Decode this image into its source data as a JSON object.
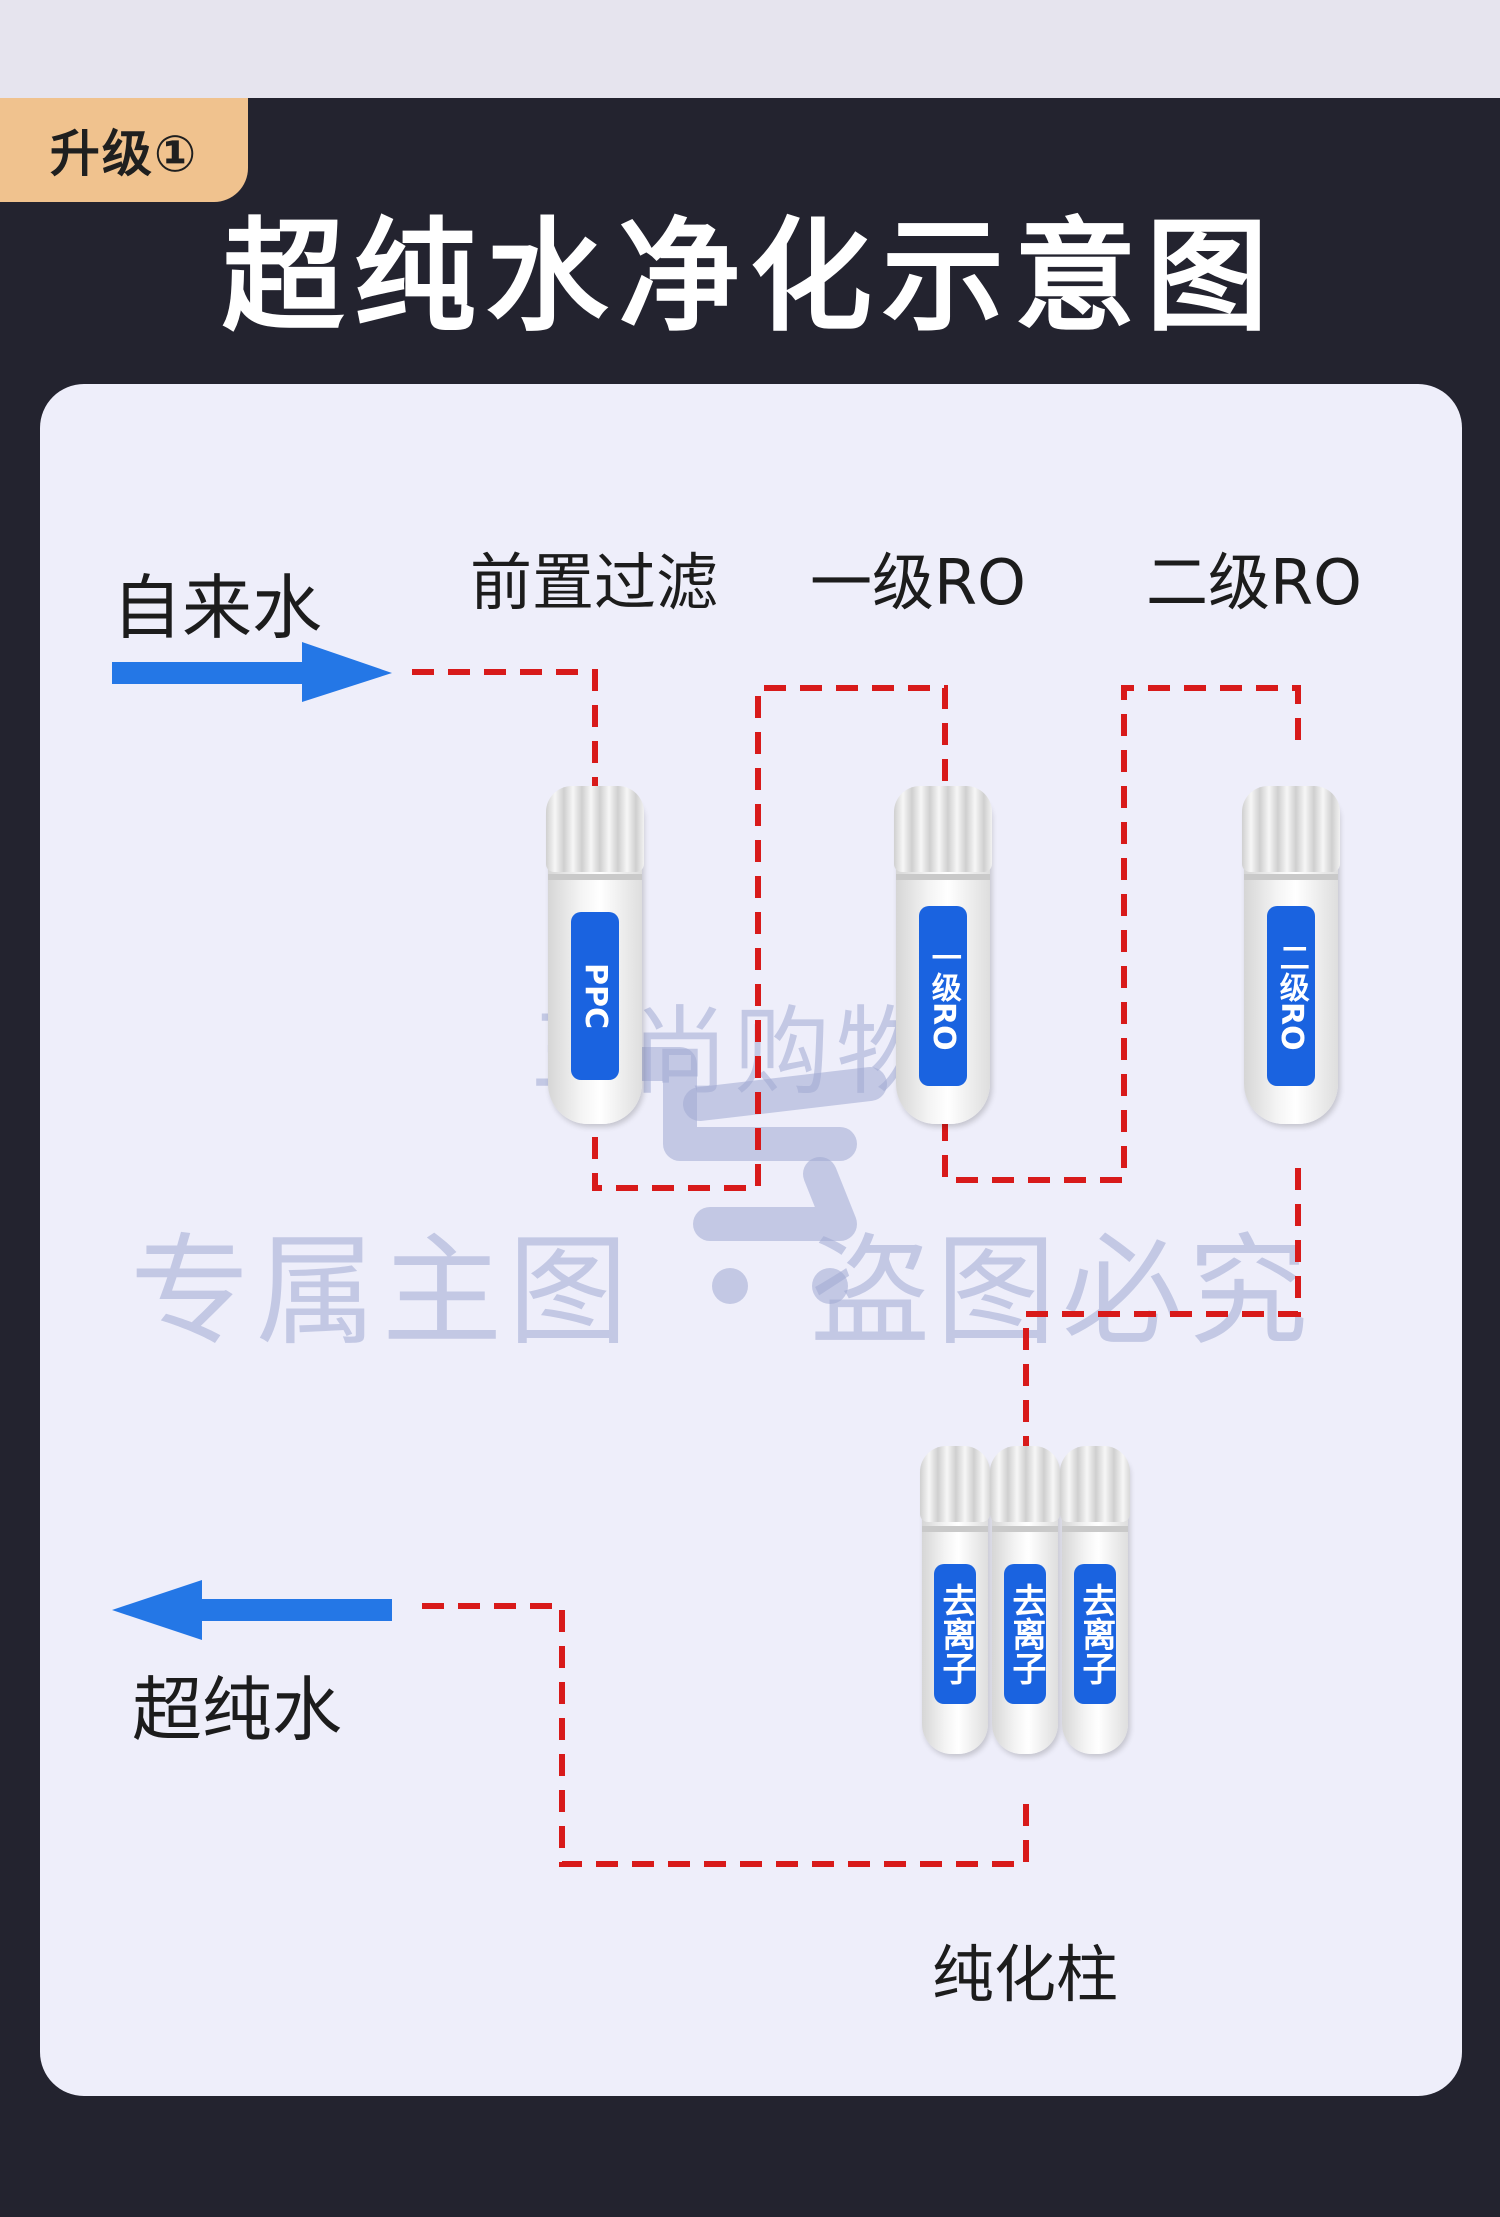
{
  "header": {
    "badge": "升级①",
    "title": "超纯水净化示意图"
  },
  "diagram": {
    "input_label": "自来水",
    "output_label": "超纯水",
    "stages": [
      {
        "label": "前置过滤",
        "filter_tag": "PPC"
      },
      {
        "label": "一级RO",
        "filter_tag": "一级RO"
      },
      {
        "label": "二级RO",
        "filter_tag": "二级RO"
      }
    ],
    "polish_group": {
      "label": "纯化柱",
      "cartridges": [
        "去离子",
        "去离子",
        "去离子"
      ]
    }
  },
  "watermark": {
    "logo_text": "三尚购物",
    "left_text": "专属主图",
    "right_text": "盗图必究"
  },
  "colors": {
    "background": "#23232f",
    "panel": "#eeeefa",
    "badge": "#f0c28e",
    "arrow": "#2477e6",
    "flow_line": "#d81a1a",
    "filter_tag": "#1a63e0",
    "watermark": "#a0aad2"
  }
}
